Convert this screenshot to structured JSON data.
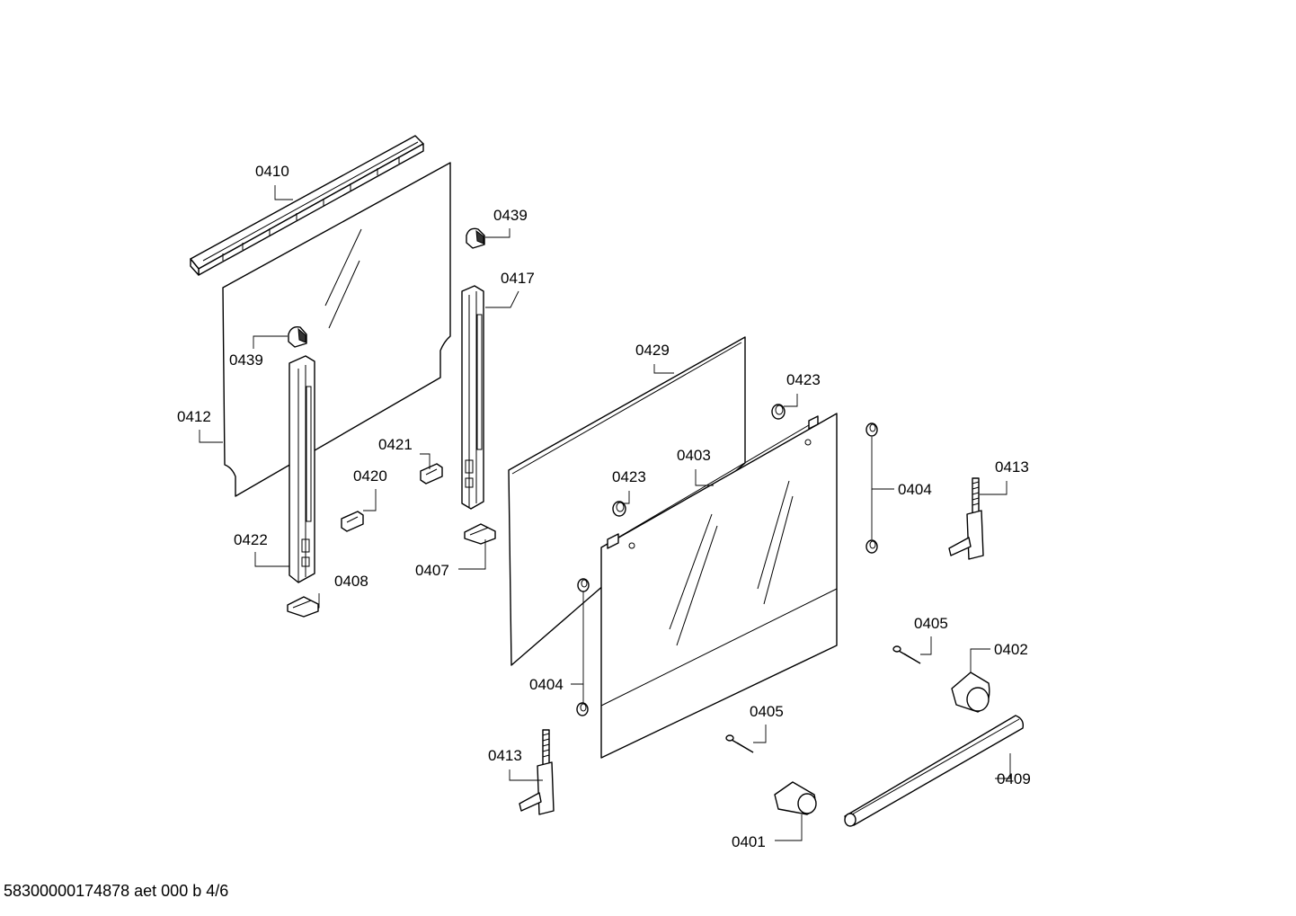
{
  "footer": "58300000174878 aet 000 b 4/6",
  "labels": {
    "l0410": "0410",
    "l0439a": "0439",
    "l0417": "0417",
    "l0439b": "0439",
    "l0412": "0412",
    "l0429": "0429",
    "l0423a": "0423",
    "l0421": "0421",
    "l0420": "0420",
    "l0403": "0403",
    "l0423b": "0423",
    "l0413a": "0413",
    "l0404a": "0404",
    "l0422": "0422",
    "l0407": "0407",
    "l0408": "0408",
    "l0405a": "0405",
    "l0402": "0402",
    "l0404b": "0404",
    "l0405b": "0405",
    "l0413b": "0413",
    "l0409": "0409",
    "l0401": "0401"
  }
}
